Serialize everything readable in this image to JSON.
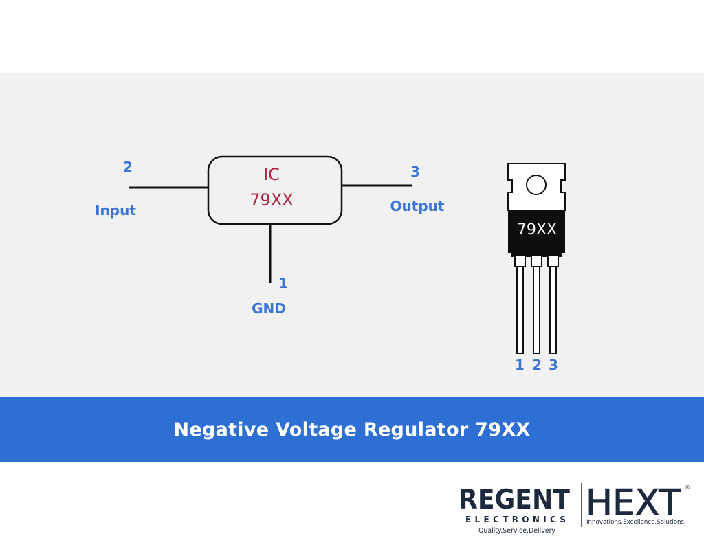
{
  "schematic": {
    "ic_label_line1": "IC",
    "ic_label_line2": "79XX",
    "pin_input_number": "2",
    "pin_input_label": "Input",
    "pin_output_number": "3",
    "pin_output_label": "Output",
    "pin_gnd_number": "1",
    "pin_gnd_label": "GND"
  },
  "package": {
    "marking": "79XX",
    "pin_numbers": [
      "1",
      "2",
      "3"
    ]
  },
  "banner": {
    "title": "Negative Voltage Regulator 79XX"
  },
  "logos": {
    "regent_main": "REGENT",
    "regent_sub": "ELECTRONICS",
    "regent_tagline": "Quality.Service.Delivery",
    "hext_main": "HEXT",
    "hext_tagline": "Innovations.Excellence.Solutions",
    "registered_mark": "®"
  },
  "colors": {
    "pin_label_blue": "#3a74d6",
    "ic_text_red": "#a8243c",
    "banner_blue": "#2e6fd3",
    "panel_gray": "#f1f1f1",
    "logo_navy": "#1d2a3d"
  }
}
